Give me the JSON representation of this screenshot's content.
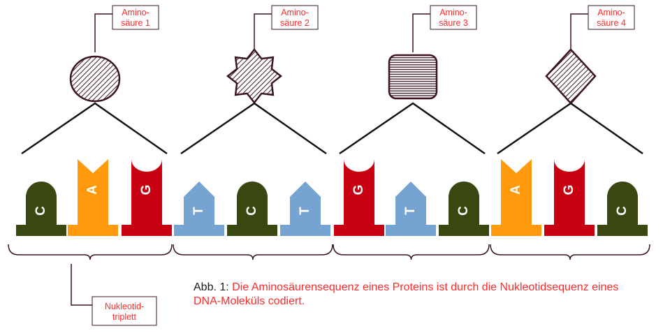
{
  "colors": {
    "outline": "#3a1424",
    "C": "#394710",
    "A": "#ff9a0d",
    "G": "#c70012",
    "T": "#75a3d2",
    "label_red": "#ff2a2a"
  },
  "amino_acids": [
    {
      "label_line1": "Amino-",
      "label_line2": "säure 1",
      "shape": "circle",
      "hatch": "diagonal"
    },
    {
      "label_line1": "Amino-",
      "label_line2": "säure 2",
      "shape": "star",
      "hatch": "diagonal"
    },
    {
      "label_line1": "Amino-",
      "label_line2": "säure 3",
      "shape": "rounded-square",
      "hatch": "horizontal"
    },
    {
      "label_line1": "Amino-",
      "label_line2": "säure 4",
      "shape": "diamond",
      "hatch": "diagonal"
    }
  ],
  "nucleotides": [
    "C",
    "A",
    "G",
    "T",
    "C",
    "T",
    "G",
    "T",
    "C",
    "A",
    "G",
    "C"
  ],
  "triplet_label": {
    "line1": "Nukleotid-",
    "line2": "triplett"
  },
  "caption": {
    "label": "Abb. 1:",
    "text": "Die Aminosäurensequenz eines Proteins ist durch die Nukleotidsequenz eines DNA-Moleküls codiert."
  }
}
